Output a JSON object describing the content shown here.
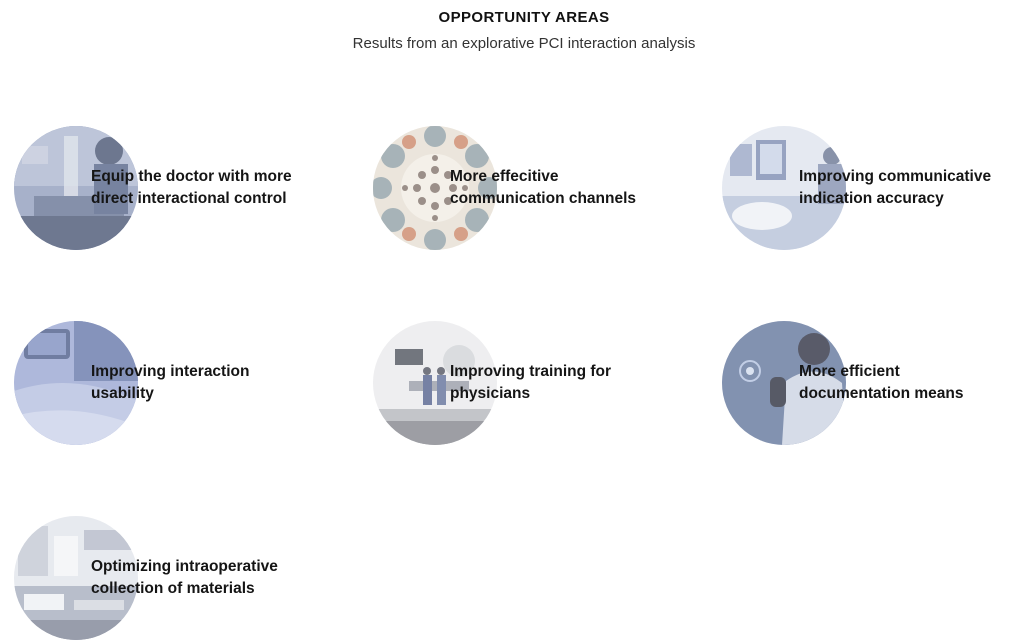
{
  "header": {
    "title": "OPPORTUNITY AREAS",
    "subtitle": "Results from an explorative PCI interaction analysis"
  },
  "areas": [
    {
      "line1": "Equip the doctor with more",
      "line2": "direct interactional control",
      "image_icon": "surgeon-in-cathlab-photo",
      "tint": "#7f8fb5"
    },
    {
      "line1": "More effecitive",
      "line2": "communication channels",
      "image_icon": "overhead-surgery-team-photo",
      "tint": "#c9a98a"
    },
    {
      "line1": "Improving communicative",
      "line2": "indication accuracy",
      "image_icon": "monitors-and-patient-photo",
      "tint": "#aab8d6"
    },
    {
      "line1": "Improving interaction",
      "line2": "usability",
      "image_icon": "control-panel-photo",
      "tint": "#8e9ccc"
    },
    {
      "line1": "Improving training for",
      "line2": "physicians",
      "image_icon": "simulation-room-photo",
      "tint": "#b9bcc4"
    },
    {
      "line1": "More efficient",
      "line2": "documentation means",
      "image_icon": "doctor-voice-assistant-photo",
      "tint": "#5f7091"
    },
    {
      "line1": "Optimizing intraoperative",
      "line2": "collection of materials",
      "image_icon": "materials-cart-photo",
      "tint": "#c7ccd6"
    }
  ]
}
